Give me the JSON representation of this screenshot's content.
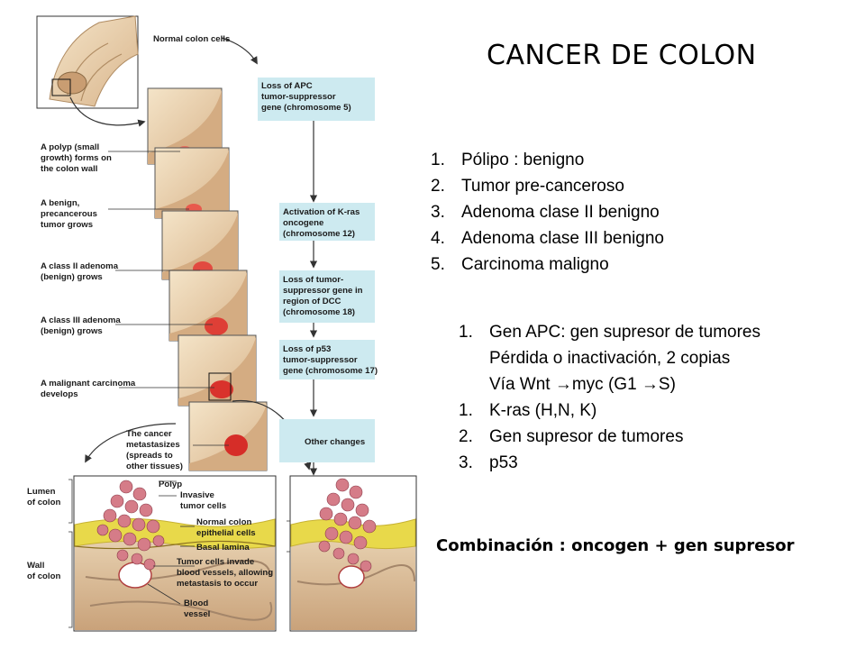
{
  "title": "CANCER DE COLON",
  "stages": [
    {
      "num": "1.",
      "text": "Pólipo : benigno"
    },
    {
      "num": "2.",
      "text": "Tumor pre-canceroso"
    },
    {
      "num": "3.",
      "text": "Adenoma clase II benigno"
    },
    {
      "num": "4.",
      "text": "Adenoma clase III benigno"
    },
    {
      "num": "5.",
      "text": "Carcinoma maligno"
    }
  ],
  "genes": [
    {
      "num": "1.",
      "lines": [
        "Gen APC: gen supresor de tumores",
        "Pérdida o inactivación, 2 copias",
        "Vía Wnt →myc (G1 →S)"
      ]
    },
    {
      "num": "1.",
      "lines": [
        "K-ras (H,N, K)"
      ]
    },
    {
      "num": "2.",
      "lines": [
        "Gen supresor de tumores"
      ]
    },
    {
      "num": "3.",
      "lines": [
        "p53"
      ]
    }
  ],
  "conclusion": "Combinación : oncogen + gen supresor",
  "figure": {
    "normal_cells_label": "Normal colon cells",
    "left_labels": [
      [
        "A polyp (small",
        "growth) forms on",
        "the colon wall"
      ],
      [
        "A benign,",
        "precancerous",
        "tumor grows"
      ],
      [
        "A class II adenoma",
        "(benign) grows"
      ],
      [
        "A class III adenoma",
        "(benign) grows"
      ],
      [
        "A malignant carcinoma",
        "develops"
      ],
      [
        "The cancer",
        "metastasizes",
        "(spreads to",
        "other tissues)"
      ]
    ],
    "boxes": [
      [
        "Loss of APC",
        "tumor-suppressor",
        "gene (chromosome 5)"
      ],
      [
        "Activation of K-ras",
        "oncogene",
        "(chromosome 12)"
      ],
      [
        "Loss of tumor-",
        "suppressor gene in",
        "region of DCC",
        "(chromosome 18)"
      ],
      [
        "Loss of p53",
        "tumor-suppressor",
        "gene (chromosome 17)"
      ],
      [
        "Other changes"
      ]
    ],
    "detail_labels": {
      "lumen": [
        "Lumen",
        "of colon"
      ],
      "wall": [
        "Wall",
        "of colon"
      ],
      "polyp": "Polyp",
      "invasive": [
        "Invasive",
        "tumor cells"
      ],
      "epithelial": [
        "Normal colon",
        "epithelial cells"
      ],
      "basal": "Basal lamina",
      "invade": [
        "Tumor cells invade",
        "blood vessels, allowing",
        "metastasis to occur"
      ],
      "vessel": [
        "Blood",
        "vessel"
      ]
    },
    "colors": {
      "box_fill": "#cdeaf0",
      "tissue": "#ead2b0",
      "tumor": "#e23b35",
      "cell": "#d57c88",
      "epithelium": "#e8d94a"
    }
  }
}
